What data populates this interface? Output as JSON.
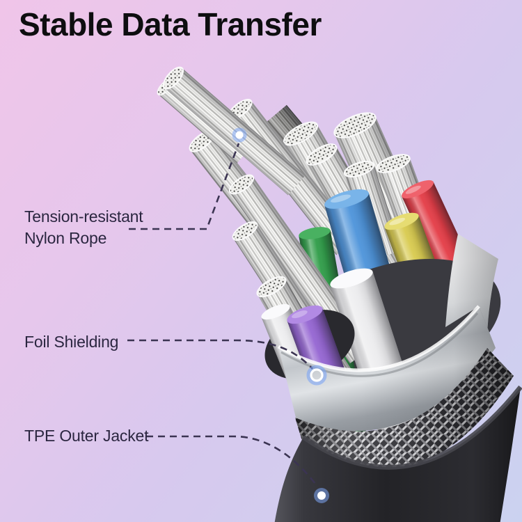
{
  "title": "Stable Data Transfer",
  "callouts": [
    {
      "id": "nylon-rope",
      "line1": "Tension-resistant",
      "line2": "Nylon Rope"
    },
    {
      "id": "foil-shielding",
      "line1": "Foil Shielding",
      "line2": ""
    },
    {
      "id": "tpe-outer-jacket",
      "line1": "TPE Outer Jacket",
      "line2": ""
    }
  ],
  "markers": [
    {
      "name": "nylon-rope-marker",
      "style": "blue-halo-dot"
    },
    {
      "name": "foil-marker",
      "style": "blue-ring"
    },
    {
      "name": "jacket-marker",
      "style": "blue-halo-dot"
    }
  ],
  "colors": {
    "background_top": "#f0c5e9",
    "background_bottom": "#cbd2f0",
    "title_text": "#0e0e10",
    "label_text": "#2b2640",
    "callout_line": "#3b3452",
    "marker_blue": "#7da5f5",
    "wire_red": "#e43b45",
    "wire_yellow": "#d8ca4d",
    "wire_blue": "#4c93da",
    "wire_green": "#2e9c47",
    "wire_purple": "#9464d2",
    "wire_white": "#ececee",
    "rope_white": "#f6f6f4",
    "foil_silver": "#c9ccd1",
    "braid_silver": "#d7d7da",
    "jacket_black": "#232327"
  }
}
